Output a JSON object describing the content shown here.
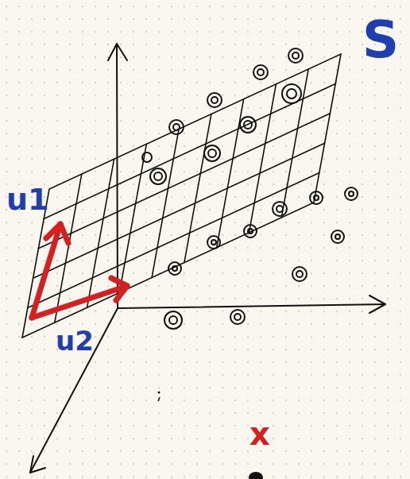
{
  "diagram": {
    "labels": [
      "S",
      "u1",
      "u2",
      "x"
    ]
  }
}
